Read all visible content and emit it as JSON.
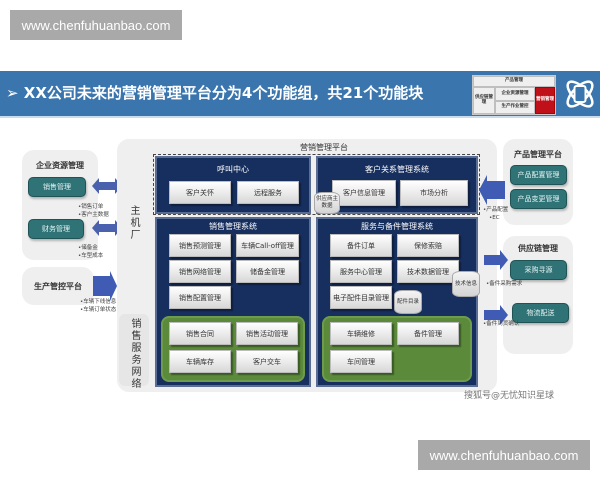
{
  "watermarks": {
    "top": "www.chenfuhuanbao.com",
    "bottom": "www.chenfuhuanbao.com",
    "sohu": "搜狐号@无忧知识星球"
  },
  "banner": {
    "title": "➢ XX公司未来的营销管理平台分为4个功能组，共21个功能块",
    "mini_map": {
      "product": "产品管理",
      "supply": "供应链管理",
      "erp": "企业资源管理",
      "production": "生产作业管控",
      "marketing": "营销管理"
    },
    "colors": {
      "banner": "#3a75ae",
      "highlight": "#c0101a"
    }
  },
  "left": {
    "erp": {
      "title": "企业资源管理",
      "items": [
        "销售管理",
        "财务管理"
      ],
      "bullets_1": [
        "•销售订单",
        "•客户主数据"
      ],
      "bullets_2": [
        "•储备金",
        "•车型成本"
      ]
    },
    "production": {
      "title": "生产管控平台",
      "bullets": [
        "•车辆下线信息",
        "•车辆订单状态"
      ]
    }
  },
  "platform": {
    "title": "营销管理平台",
    "oem_label": "主机厂",
    "dealer_label": "销售服务网络",
    "call_center": {
      "title": "呼叫中心",
      "items": [
        "客户关怀",
        "远程服务"
      ]
    },
    "crm": {
      "title": "客户关系管理系统",
      "items": [
        "客户信息管理",
        "市场分析"
      ]
    },
    "supplier_db": "供应商主数据",
    "sales": {
      "title": "销售管理系统",
      "items": [
        "销售预测管理",
        "车辆Call-off管理",
        "销售网络管理",
        "储备金管理",
        "销售配置管理"
      ],
      "dealer_items": [
        "销售合同",
        "销售活动管理",
        "车辆库存",
        "客户交车"
      ]
    },
    "service": {
      "title": "服务与备件管理系统",
      "items": [
        "备件订单",
        "保修索赔",
        "服务中心管理",
        "技术数据管理",
        "电子配件目录管理"
      ],
      "dealer_items": [
        "车辆维修",
        "备件管理",
        "车间管理"
      ],
      "parts_db": "配件目录",
      "tech_db": "技术信息"
    }
  },
  "right": {
    "product": {
      "title": "产品管理平台",
      "items": [
        "产品配置管理",
        "产品变更管理"
      ],
      "bullets": [
        "•产品配置",
        "•EC"
      ]
    },
    "supply": {
      "title": "供应链管理",
      "items": [
        "采购寻源",
        "物流配送"
      ],
      "bullets_1": [
        "•备件采购需求"
      ],
      "bullets_2": [
        "•备件到货确认"
      ]
    }
  }
}
